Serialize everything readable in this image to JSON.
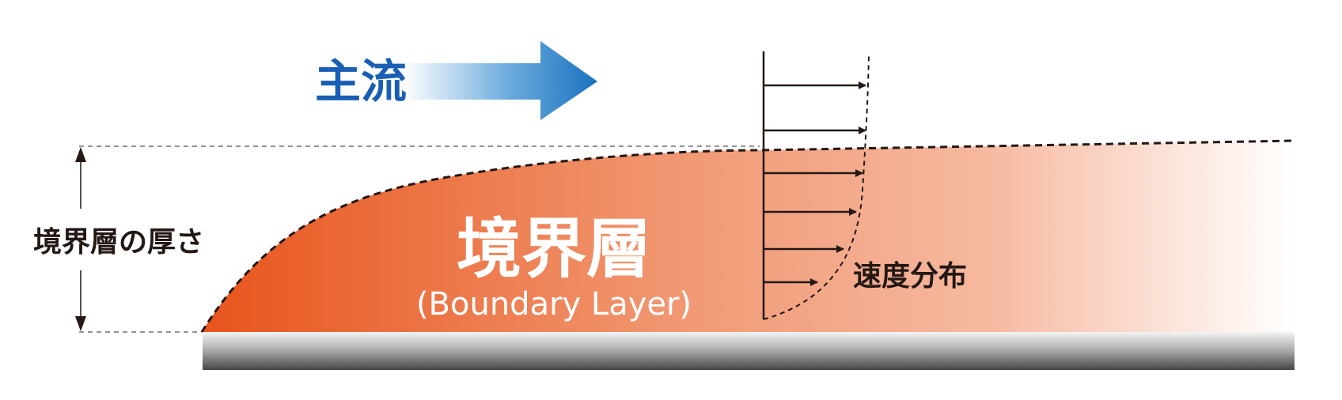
{
  "main_flow": {
    "label": "主流",
    "color": "#1a5fb4"
  },
  "boundary_layer": {
    "title": "境界層",
    "subtitle": "(Boundary Layer)",
    "gradient_start": "#e8541c",
    "gradient_end": "#ffffff"
  },
  "thickness": {
    "label": "境界層の厚さ"
  },
  "velocity_profile": {
    "label": "速度分布"
  },
  "wall": {
    "dark": "#4a4a4a",
    "light": "#f2f2f2"
  }
}
